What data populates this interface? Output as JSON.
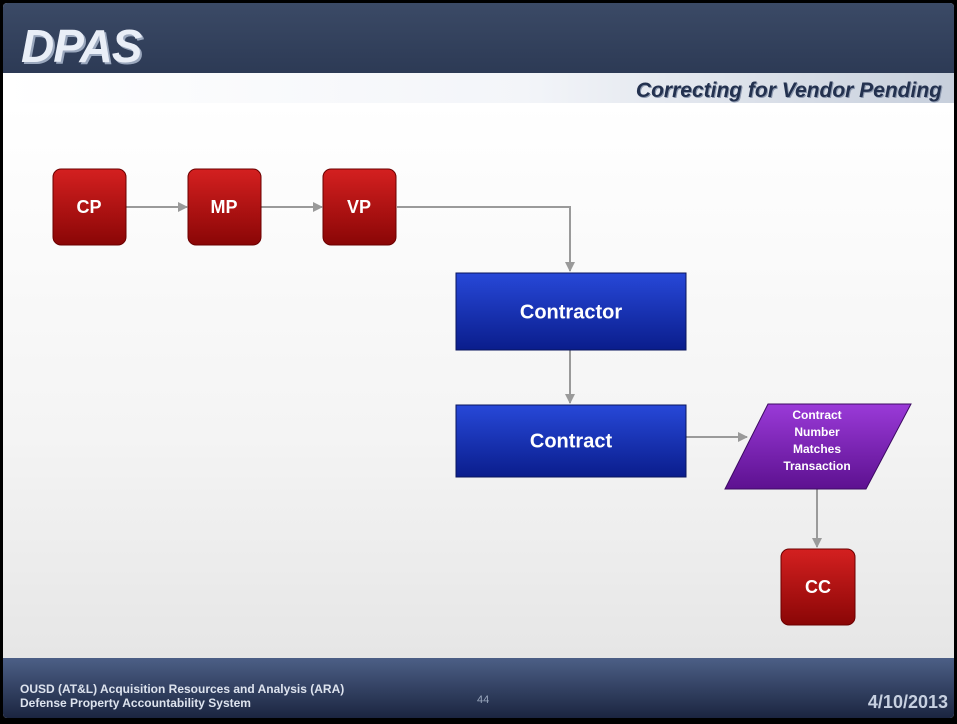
{
  "logo": "DPAS",
  "title": "Correcting for Vendor Pending",
  "nodes": {
    "cp": "CP",
    "mp": "MP",
    "vp": "VP",
    "contractor": "Contractor",
    "contract": "Contract",
    "decision": [
      "Contract",
      "Number",
      "Matches",
      "Transaction"
    ],
    "cc": "CC"
  },
  "footer": {
    "org_line1": "OUSD (AT&L) Acquisition Resources and Analysis (ARA)",
    "org_line2": "Defense Property Accountability System",
    "page_number": "44",
    "date": "4/10/2013"
  },
  "colors": {
    "red": "#b20f0f",
    "blue": "#1530b5",
    "purple": "#7a1fb5",
    "arrow": "#9a9a9a"
  }
}
